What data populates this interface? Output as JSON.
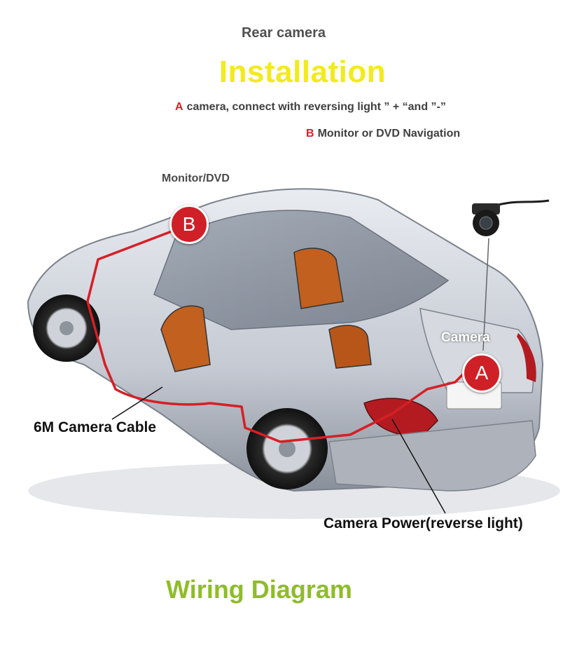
{
  "header": {
    "subtitle": "Rear camera",
    "title": "Installation"
  },
  "notes": [
    {
      "key": "A",
      "text": "camera, connect with reversing light ” + “and ”-”"
    },
    {
      "key": "B",
      "text": "Monitor or DVD Navigation"
    }
  ],
  "labels": {
    "monitor": "Monitor/DVD",
    "camera": "Camera",
    "cable": "6M Camera Cable",
    "power": "Camera Power(reverse light)"
  },
  "badges": {
    "a": "A",
    "b": "B"
  },
  "footer": {
    "title": "Wiring Diagram"
  },
  "colors": {
    "title": "#f2ea1c",
    "accent_red": "#d61f26",
    "footer": "#8fbc2b",
    "text_gray": "#505050"
  }
}
